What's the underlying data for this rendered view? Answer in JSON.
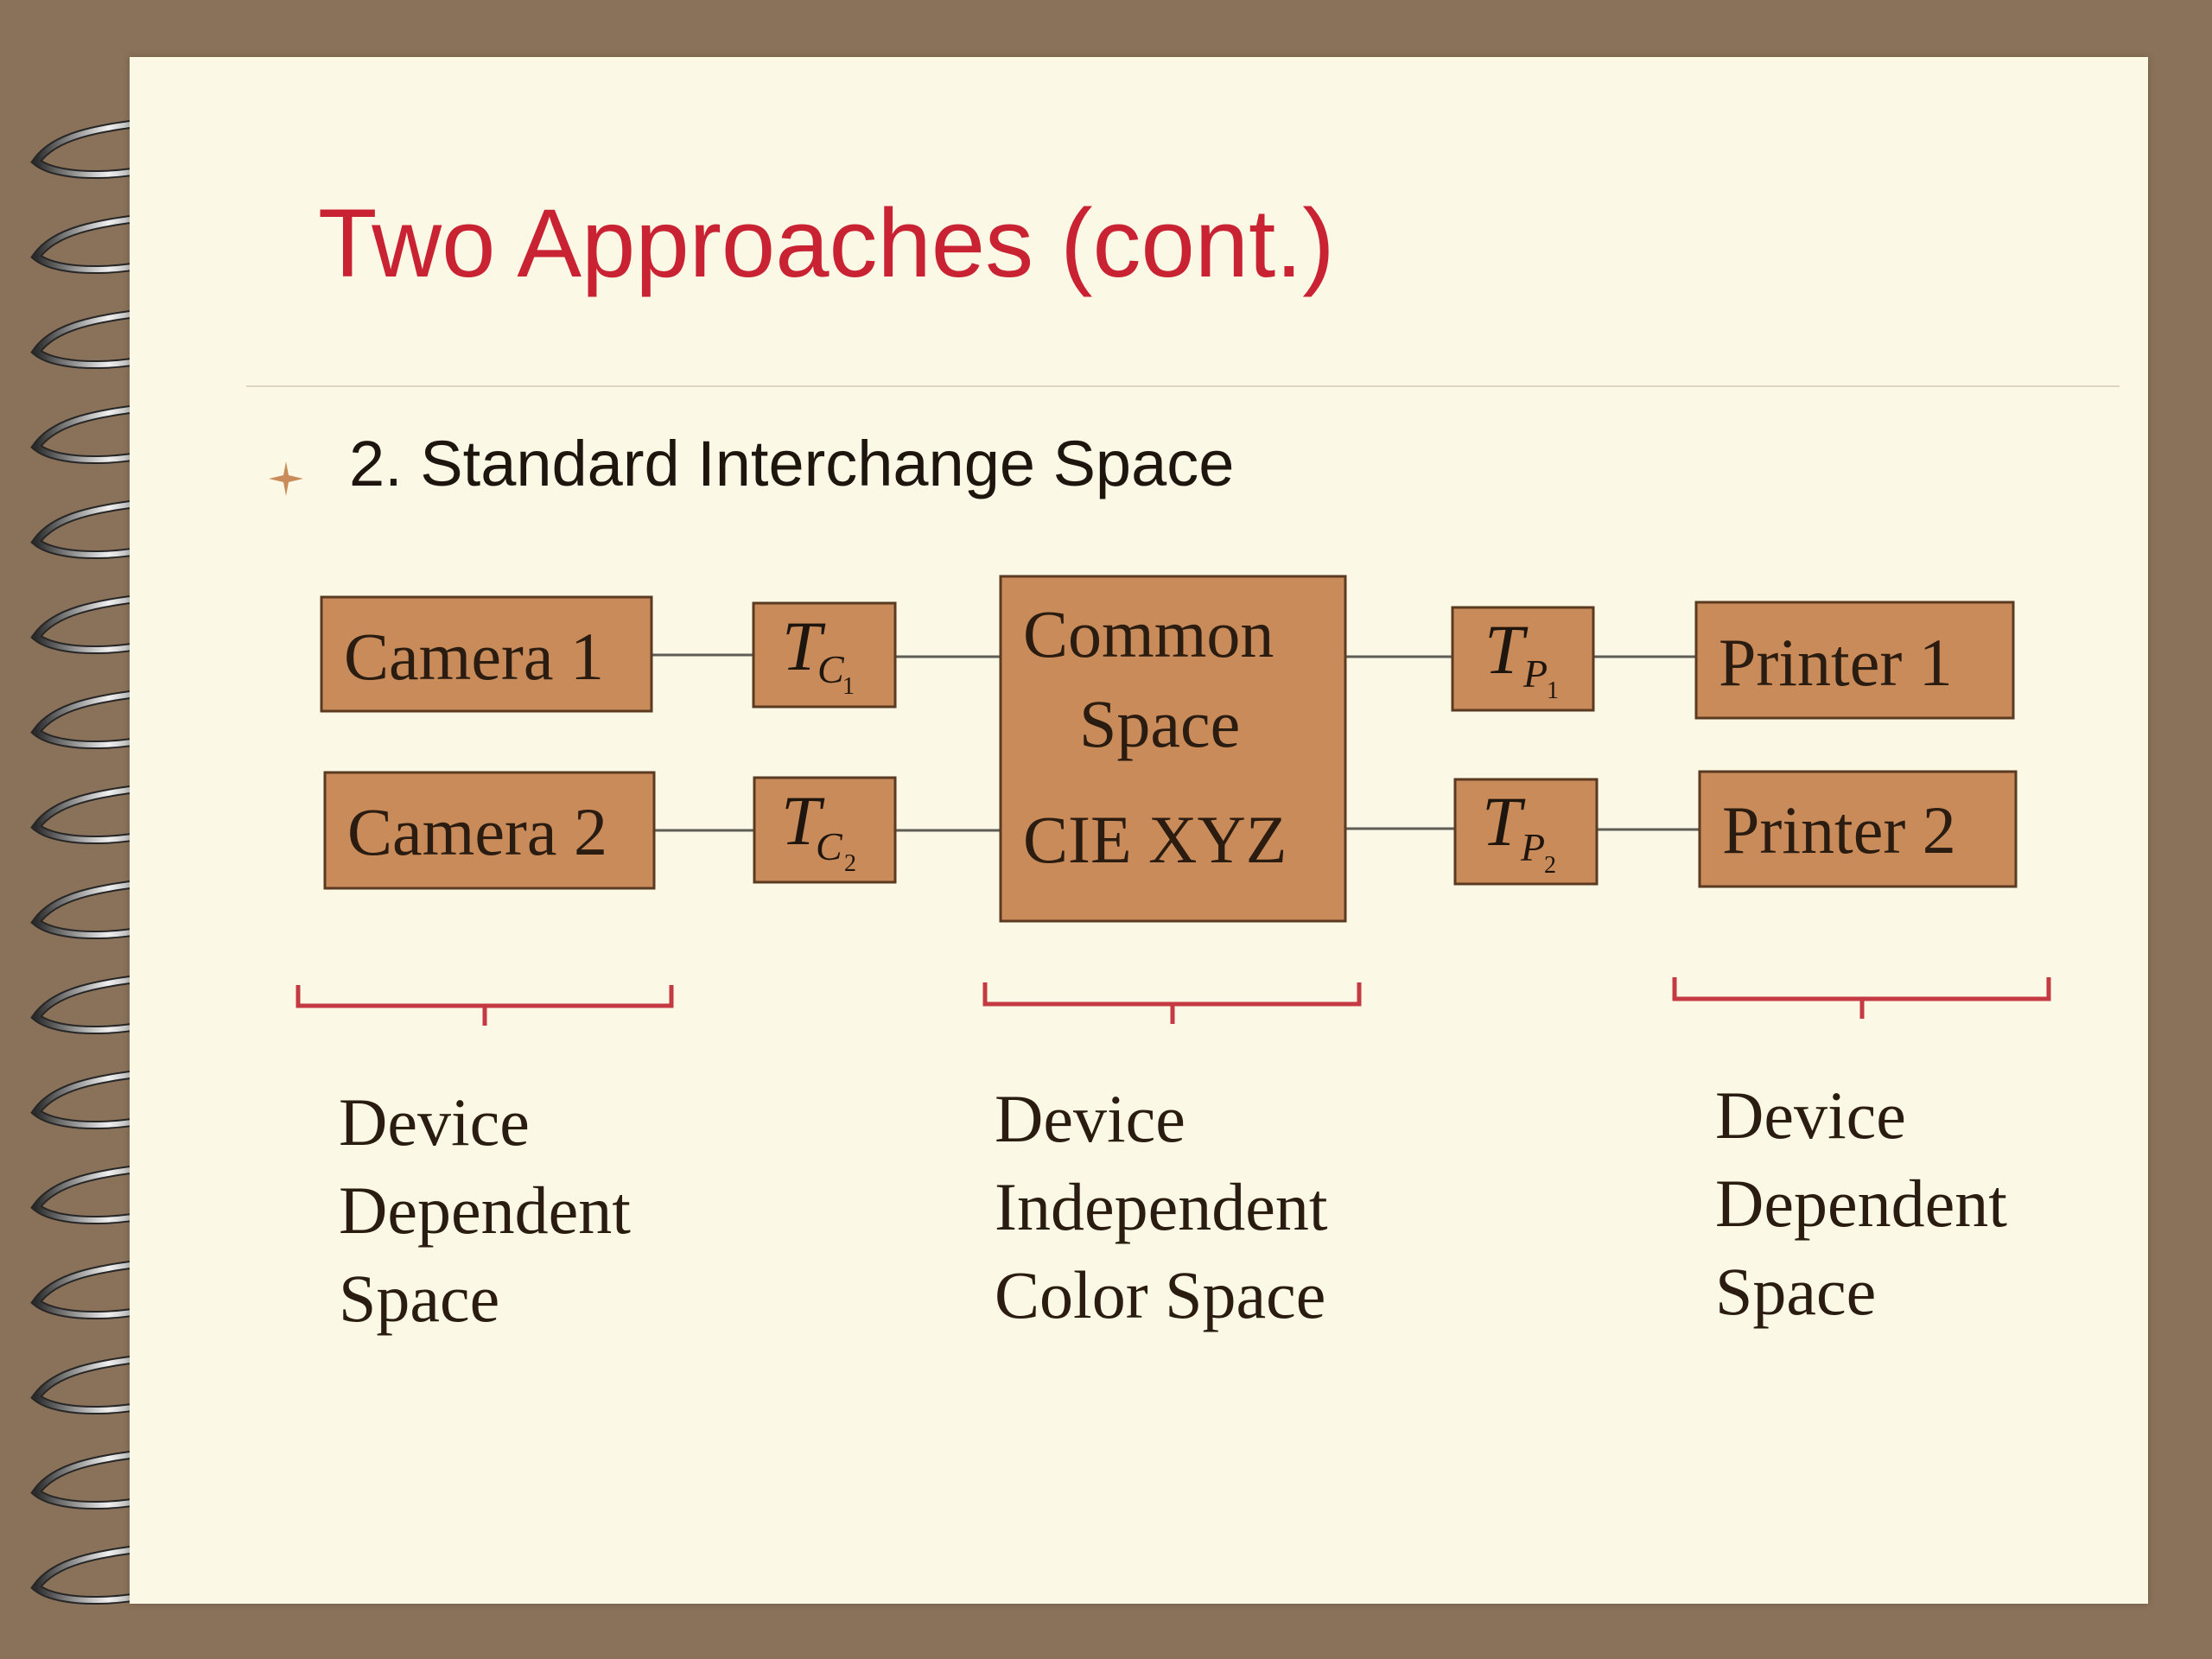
{
  "slide": {
    "title": "Two Approaches (cont.)",
    "bullet": "2. Standard Interchange Space",
    "bullet_icon": "sparkle-icon",
    "colors": {
      "background_border": "#8a7159",
      "page": "#fbf9e6",
      "title": "#c82233",
      "box_fill": "#c98b59",
      "box_stroke": "#5a3a21",
      "brace": "#c53a42"
    }
  },
  "diagram": {
    "cameras": [
      "Camera 1",
      "Camera 2"
    ],
    "printers": [
      "Printer 1",
      "Printer 2"
    ],
    "transforms": {
      "c1": {
        "main": "T",
        "sub": "C",
        "subsub": "1"
      },
      "c2": {
        "main": "T",
        "sub": "C",
        "subsub": "2"
      },
      "p1": {
        "main": "T",
        "sub": "P",
        "subsub": "1"
      },
      "p2": {
        "main": "T",
        "sub": "P",
        "subsub": "2"
      }
    },
    "common": {
      "line1": "Common",
      "line2": "Space",
      "line3": "CIE XYZ"
    }
  },
  "labels": {
    "left": [
      "Device",
      "Dependent",
      "Space"
    ],
    "center": [
      "Device",
      "Independent",
      "Color Space"
    ],
    "right": [
      "Device",
      "Dependent",
      "Space"
    ]
  }
}
